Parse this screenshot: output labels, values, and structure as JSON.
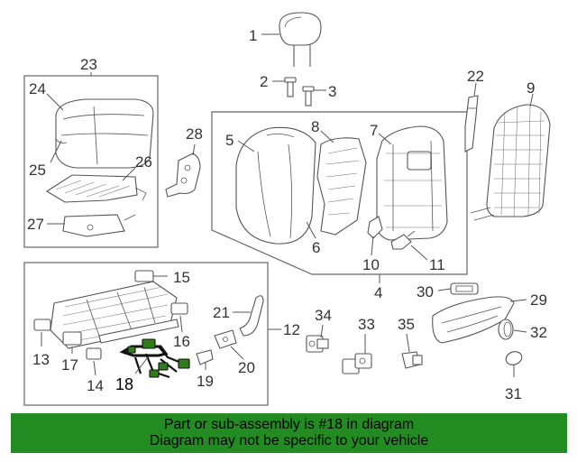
{
  "callouts": {
    "c1": "1",
    "c2": "2",
    "c3": "3",
    "c4": "4",
    "c5": "5",
    "c6": "6",
    "c7": "7",
    "c8": "8",
    "c9": "9",
    "c10": "10",
    "c11": "11",
    "c12": "12",
    "c13": "13",
    "c14": "14",
    "c15": "15",
    "c16": "16",
    "c17": "17",
    "c18": "18",
    "c19": "19",
    "c20": "20",
    "c21": "21",
    "c22": "22",
    "c23": "23",
    "c24": "24",
    "c25": "25",
    "c26": "26",
    "c27": "27",
    "c28": "28",
    "c29": "29",
    "c30": "30",
    "c31": "31",
    "c32": "32",
    "c33": "33",
    "c34": "34",
    "c35": "35"
  },
  "highlight": {
    "part_number": "18",
    "color": "#2e7d1a"
  },
  "banner": {
    "line1": "Part or sub-assembly is #18 in diagram",
    "line2": "Diagram may not be specific to your vehicle",
    "background": "#228b22"
  }
}
